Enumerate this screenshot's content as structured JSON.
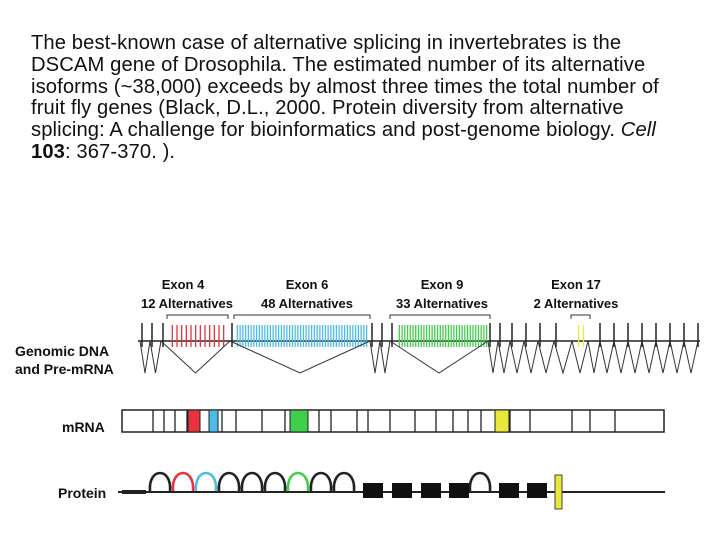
{
  "paragraph": {
    "text_1": "The best-known case of alternative splicing in invertebrates is the DSCAM gene of Drosophila. The estimated number of its alternative isoforms (~38,000) exceeds by almost three times the total number of fruit fly genes (Black, D.L., 2000. Protein diversity from alternative splicing: A challenge for bioinformatics and post-genome biology. ",
    "journal": "Cell",
    "space": " ",
    "volume": "103",
    "text_2": ": 367-370. )."
  },
  "figure": {
    "exons": [
      {
        "name": "Exon 4",
        "alternatives": "12 Alternatives",
        "color": "#e8323c",
        "count": 12
      },
      {
        "name": "Exon 6",
        "alternatives": "48 Alternatives",
        "color": "#4bbde8",
        "count": 48
      },
      {
        "name": "Exon 9",
        "alternatives": "33 Alternatives",
        "color": "#3fcf4a",
        "count": 33
      },
      {
        "name": "Exon 17",
        "alternatives": "2 Alternatives",
        "color": "#e8e83a",
        "count": 2
      }
    ],
    "row_labels": {
      "genomic_1": "Genomic DNA",
      "genomic_2": "and Pre-mRNA",
      "mrna": "mRNA",
      "protein": "Protein"
    }
  }
}
